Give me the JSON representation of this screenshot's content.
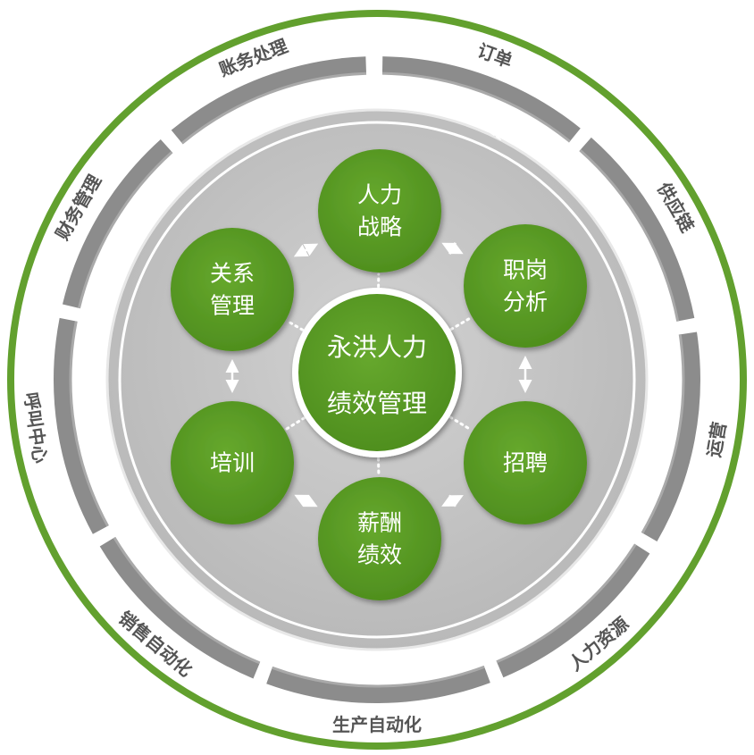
{
  "diagram": {
    "title": "Action Framework",
    "center": {
      "lines": [
        "永洪人力",
        "绩效管理"
      ]
    },
    "nodes": [
      {
        "id": "strategy",
        "lines": [
          "人力",
          "战略"
        ]
      },
      {
        "id": "job-analysis",
        "lines": [
          "职岗",
          "分析"
        ]
      },
      {
        "id": "recruitment",
        "lines": [
          "招聘"
        ]
      },
      {
        "id": "compensation",
        "lines": [
          "薪酬",
          "绩效"
        ]
      },
      {
        "id": "training",
        "lines": [
          "培训"
        ]
      },
      {
        "id": "relations",
        "lines": [
          "关系",
          "管理"
        ]
      }
    ],
    "outer_ring": [
      "订单",
      "供应链",
      "运营",
      "人力资源",
      "生产自动化",
      "销售自动化",
      "呼叫中心",
      "财务管理",
      "账务处理"
    ]
  },
  "colors": {
    "green": "#5a9926",
    "green_ring": "#62a02e",
    "gray_band": "#8c8c8c",
    "gray_disc": "#c6c6c6",
    "text_gray": "#555555"
  }
}
